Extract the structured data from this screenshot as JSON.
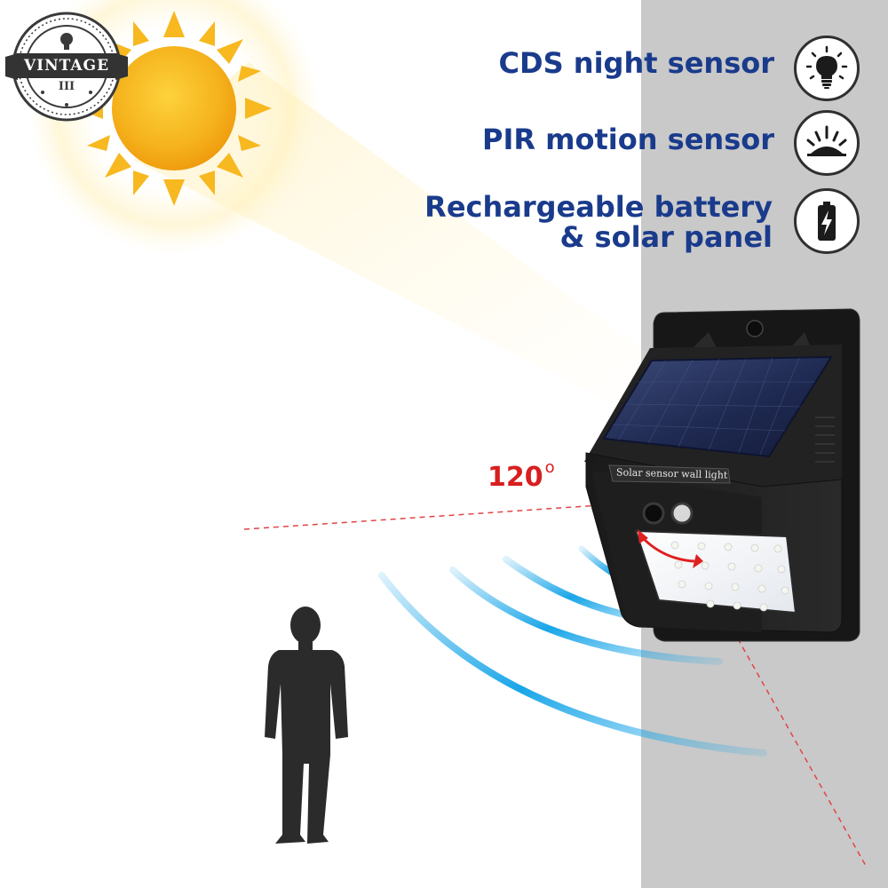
{
  "features": [
    {
      "lines": [
        "CDS night sensor"
      ],
      "icon": "bulb-icon"
    },
    {
      "lines": [
        "PIR motion sensor"
      ],
      "icon": "sunrise-icon"
    },
    {
      "lines": [
        "Rechargeable battery",
        "& solar panel"
      ],
      "icon": "battery-icon"
    }
  ],
  "device": {
    "label": "Solar sensor wall light"
  },
  "detection": {
    "angle_value": "120",
    "angle_unit": "o"
  },
  "logo": {
    "top": "VINTAGE",
    "bottom": "III"
  },
  "colors": {
    "feature_text": "#1a3b8c",
    "angle": "#d81f1f",
    "waves": "#1aa6e8",
    "wall": "#c9c9c9",
    "sun": "#f5b21c"
  }
}
